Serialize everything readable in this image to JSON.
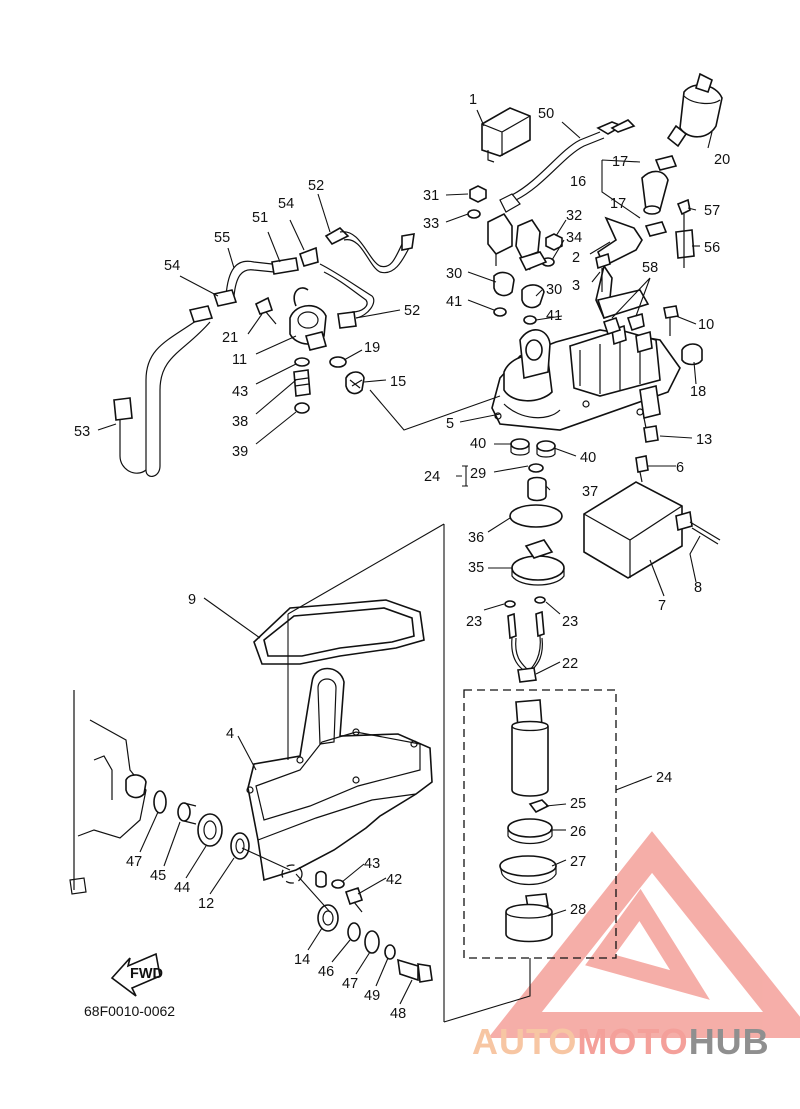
{
  "diagram": {
    "code": "68F0010-0062",
    "fwd_label": "FWD",
    "labels": [
      "1",
      "50",
      "20",
      "17",
      "16",
      "17",
      "31",
      "33",
      "32",
      "34",
      "2",
      "57",
      "56",
      "3",
      "52",
      "51",
      "54",
      "55",
      "54",
      "30",
      "30",
      "58",
      "41",
      "41",
      "10",
      "21",
      "11",
      "19",
      "52",
      "43",
      "15",
      "18",
      "38",
      "39",
      "53",
      "5",
      "40",
      "40",
      "13",
      "24",
      "29",
      "6",
      "37",
      "36",
      "8",
      "35",
      "7",
      "9",
      "23",
      "23",
      "22",
      "24",
      "4",
      "25",
      "26",
      "47",
      "45",
      "44",
      "12",
      "27",
      "43",
      "42",
      "28",
      "14",
      "46",
      "47",
      "49",
      "48"
    ]
  },
  "watermark": {
    "part1": "AUTO",
    "part2": "MOTO",
    "part3": "HUB"
  },
  "colors": {
    "line": "#111111",
    "watermark_triangle": "#f4a09a",
    "watermark_auto": "#f7c6a3",
    "watermark_moto": "#f4a09a",
    "watermark_hub": "#8f8f8f"
  }
}
